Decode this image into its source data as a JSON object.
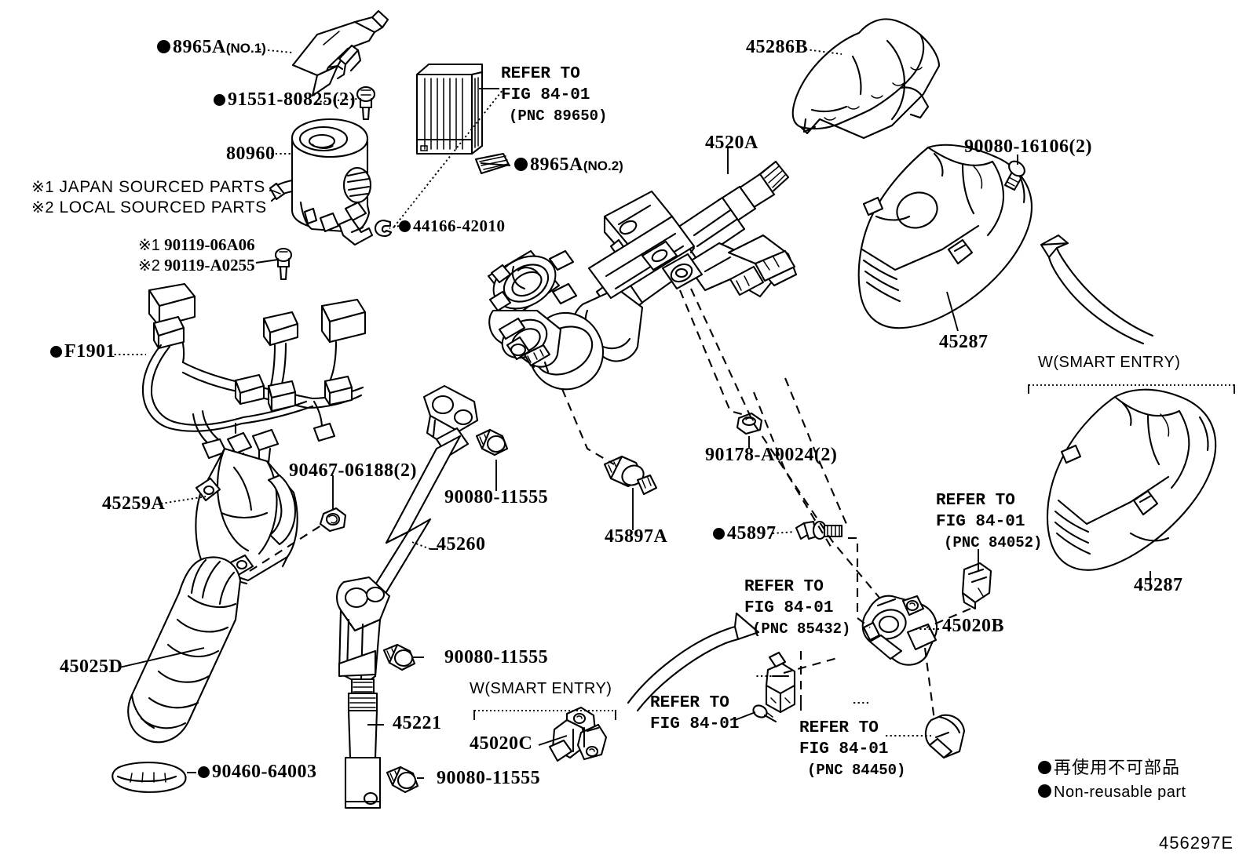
{
  "figure": {
    "code": "456297E",
    "notes": [
      {
        "mark": "※1",
        "text": "JAPAN SOURCED PARTS"
      },
      {
        "mark": "※2",
        "text": "LOCAL SOURCED PARTS"
      }
    ],
    "legend": [
      {
        "text": "再使用不可部品"
      },
      {
        "text": "Non-reusable part"
      }
    ]
  },
  "brackets": [
    {
      "label": "W(SMART ENTRY)"
    },
    {
      "label": "W(SMART ENTRY)"
    }
  ],
  "refer_blocks": [
    {
      "line1": "REFER TO",
      "line2": "FIG 84-01",
      "pnc": "(PNC 89650)"
    },
    {
      "line1": "REFER TO",
      "line2": "FIG 84-01",
      "pnc": "(PNC 84052)"
    },
    {
      "line1": "REFER TO",
      "line2": "FIG 84-01",
      "pnc": "(PNC 85432)"
    },
    {
      "line1": "REFER TO",
      "line2": "FIG 84-01",
      "pnc": ""
    },
    {
      "line1": "REFER TO",
      "line2": "FIG 84-01",
      "pnc": "(PNC 84450)"
    }
  ],
  "callouts": [
    {
      "id": "8965a-no1",
      "number": "8965A",
      "suffix": "(NO.1)",
      "dot": true,
      "qty": ""
    },
    {
      "id": "91551-80825",
      "number": "91551-80825",
      "suffix": "(2)",
      "dot": true,
      "qty": "2"
    },
    {
      "id": "80960",
      "number": "80960",
      "suffix": "",
      "dot": false,
      "qty": ""
    },
    {
      "id": "8965a-no2",
      "number": "8965A",
      "suffix": "(NO.2)",
      "dot": true,
      "qty": ""
    },
    {
      "id": "44166-42010",
      "number": "44166-42010",
      "suffix": "",
      "dot": true,
      "qty": ""
    },
    {
      "id": "f1901",
      "number": "F1901",
      "suffix": "",
      "dot": true,
      "qty": ""
    },
    {
      "id": "4520a",
      "number": "4520A",
      "suffix": "",
      "dot": false,
      "qty": ""
    },
    {
      "id": "45286b",
      "number": "45286B",
      "suffix": "",
      "dot": false,
      "qty": ""
    },
    {
      "id": "90080-16106",
      "number": "90080-16106",
      "suffix": "(2)",
      "dot": false,
      "qty": "2"
    },
    {
      "id": "45287-upper",
      "number": "45287",
      "suffix": "",
      "dot": false,
      "qty": ""
    },
    {
      "id": "45287-smart",
      "number": "45287",
      "suffix": "",
      "dot": false,
      "qty": ""
    },
    {
      "id": "90178-a0024",
      "number": "90178-A0024",
      "suffix": "(2)",
      "dot": false,
      "qty": "2"
    },
    {
      "id": "45259a",
      "number": "45259A",
      "suffix": "",
      "dot": false,
      "qty": ""
    },
    {
      "id": "90467-06188",
      "number": "90467-06188",
      "suffix": "(2)",
      "dot": false,
      "qty": "2"
    },
    {
      "id": "90080-11555-a",
      "number": "90080-11555",
      "suffix": "",
      "dot": false,
      "qty": ""
    },
    {
      "id": "45260",
      "number": "45260",
      "suffix": "",
      "dot": false,
      "qty": ""
    },
    {
      "id": "45897a",
      "number": "45897A",
      "suffix": "",
      "dot": false,
      "qty": ""
    },
    {
      "id": "45897",
      "number": "45897",
      "suffix": "",
      "dot": true,
      "qty": ""
    },
    {
      "id": "45020b",
      "number": "45020B",
      "suffix": "",
      "dot": false,
      "qty": ""
    },
    {
      "id": "45025d",
      "number": "45025D",
      "suffix": "",
      "dot": false,
      "qty": ""
    },
    {
      "id": "45221",
      "number": "45221",
      "suffix": "",
      "dot": false,
      "qty": ""
    },
    {
      "id": "90080-11555-b",
      "number": "90080-11555",
      "suffix": "",
      "dot": false,
      "qty": ""
    },
    {
      "id": "90080-11555-c",
      "number": "90080-11555",
      "suffix": "",
      "dot": false,
      "qty": ""
    },
    {
      "id": "90460-64003",
      "number": "90460-64003",
      "suffix": "",
      "dot": true,
      "qty": ""
    },
    {
      "id": "45020c",
      "number": "45020C",
      "suffix": "",
      "dot": false,
      "qty": ""
    }
  ],
  "sourced_alternatives": [
    {
      "mark": "※1",
      "number": "90119-06A06"
    },
    {
      "mark": "※2",
      "number": "90119-A0255"
    }
  ]
}
